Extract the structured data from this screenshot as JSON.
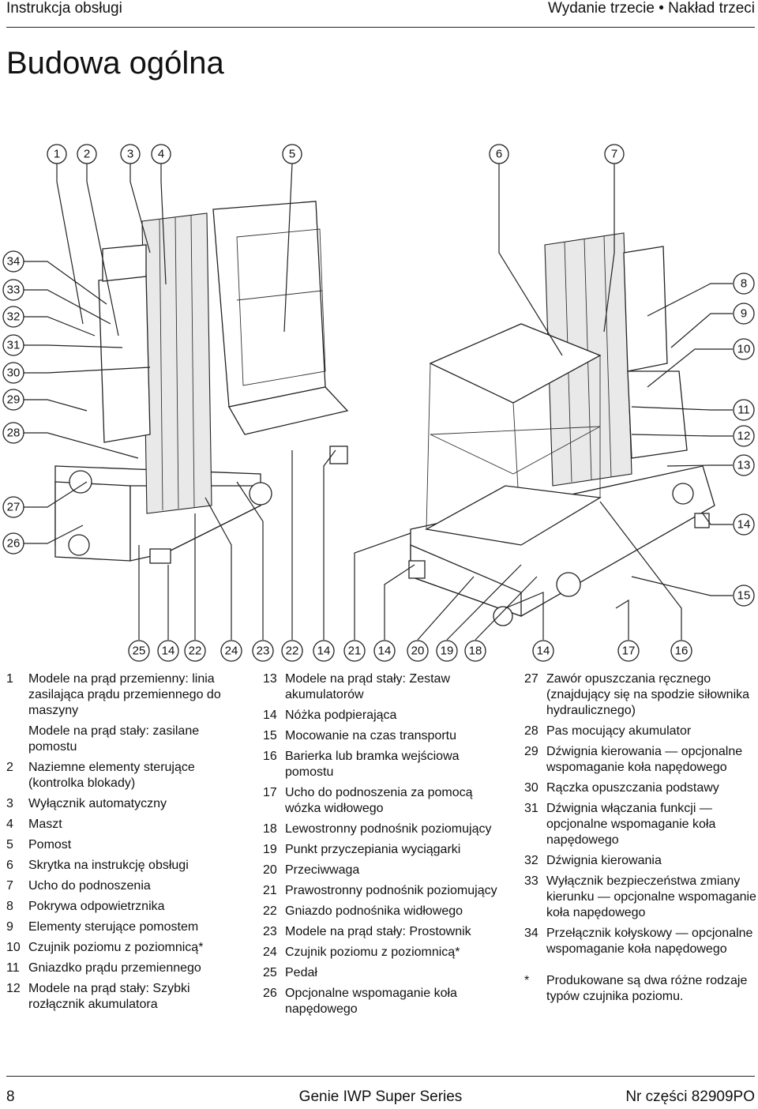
{
  "header": {
    "left": "Instrukcja obsługi",
    "right_edition": "Wydanie trzecie",
    "right_bullet": "•",
    "right_print": "Nakład trzeci"
  },
  "page_title": "Budowa ogólna",
  "callouts": {
    "top": [
      "1",
      "2",
      "3",
      "4",
      "5",
      "6",
      "7"
    ],
    "left": [
      "34",
      "33",
      "32",
      "31",
      "30",
      "29",
      "28",
      "27",
      "26"
    ],
    "right": [
      "8",
      "9",
      "10",
      "11",
      "12",
      "13",
      "14",
      "15"
    ],
    "bottom": [
      "25",
      "14",
      "22",
      "24",
      "23",
      "22",
      "14",
      "21",
      "14",
      "20",
      "19",
      "18",
      "14",
      "17",
      "16"
    ]
  },
  "legend": {
    "col1": [
      {
        "num": "1",
        "text": "Modele na prąd przemienny: linia zasilająca prądu przemiennego do maszyny"
      },
      {
        "num": "",
        "text": "Modele na prąd stały: zasilane pomostu"
      },
      {
        "num": "2",
        "text": "Naziemne elementy sterujące (kontrolka blokady)"
      },
      {
        "num": "3",
        "text": "Wyłącznik automatyczny"
      },
      {
        "num": "4",
        "text": "Maszt"
      },
      {
        "num": "5",
        "text": "Pomost"
      },
      {
        "num": "6",
        "text": "Skrytka na instrukcję obsługi"
      },
      {
        "num": "7",
        "text": "Ucho do podnoszenia"
      },
      {
        "num": "8",
        "text": "Pokrywa odpowietrznika"
      },
      {
        "num": "9",
        "text": "Elementy sterujące pomostem"
      },
      {
        "num": "10",
        "text": "Czujnik poziomu z poziomnicą*"
      },
      {
        "num": "11",
        "text": "Gniazdko prądu przemiennego"
      },
      {
        "num": "12",
        "text": "Modele na prąd stały: Szybki rozłącznik akumulatora"
      }
    ],
    "col2": [
      {
        "num": "13",
        "text": "Modele na prąd stały: Zestaw akumulatorów"
      },
      {
        "num": "14",
        "text": "Nóżka podpierająca"
      },
      {
        "num": "15",
        "text": "Mocowanie na czas transportu"
      },
      {
        "num": "16",
        "text": "Barierka lub bramka wejściowa pomostu"
      },
      {
        "num": "17",
        "text": "Ucho do podnoszenia za pomocą wózka widłowego"
      },
      {
        "num": "18",
        "text": "Lewostronny podnośnik poziomujący"
      },
      {
        "num": "19",
        "text": "Punkt przyczepiania wyciągarki"
      },
      {
        "num": "20",
        "text": "Przeciwwaga"
      },
      {
        "num": "21",
        "text": "Prawostronny podnośnik poziomujący"
      },
      {
        "num": "22",
        "text": "Gniazdo podnośnika widłowego"
      },
      {
        "num": "23",
        "text": "Modele na prąd stały: Prostownik"
      },
      {
        "num": "24",
        "text": "Czujnik poziomu z poziomnicą*"
      },
      {
        "num": "25",
        "text": "Pedał"
      },
      {
        "num": "26",
        "text": "Opcjonalne wspomaganie koła napędowego"
      }
    ],
    "col3": [
      {
        "num": "27",
        "text": "Zawór opuszczania ręcznego (znajdujący się na spodzie siłownika hydraulicznego)"
      },
      {
        "num": "28",
        "text": "Pas mocujący akumulator"
      },
      {
        "num": "29",
        "text": "Dźwignia kierowania — opcjonalne wspomaganie koła napędowego"
      },
      {
        "num": "30",
        "text": "Rączka opuszczania podstawy"
      },
      {
        "num": "31",
        "text": "Dźwignia włączania funkcji — opcjonalne wspomaganie koła napędowego"
      },
      {
        "num": "32",
        "text": "Dźwignia kierowania"
      },
      {
        "num": "33",
        "text": "Wyłącznik bezpieczeństwa zmiany kierunku — opcjonalne wspomaganie koła napędowego"
      },
      {
        "num": "34",
        "text": "Przełącznik kołyskowy — opcjonalne wspomaganie koła napędowego"
      }
    ],
    "footnote": {
      "mark": "*",
      "text": "Produkowane są dwa różne rodzaje typów czujnika poziomu."
    }
  },
  "footer": {
    "page": "8",
    "product": "Genie IWP Super Series",
    "part": "Nr części 82909PO"
  }
}
